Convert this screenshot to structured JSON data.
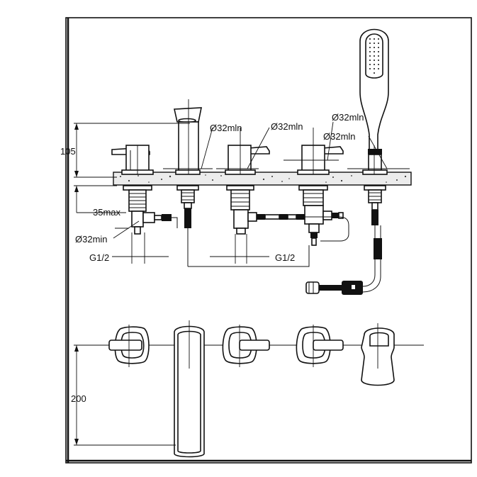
{
  "labels": {
    "dim_height_top": "105",
    "dim_height_bottom": "200",
    "dim_depth": "35max",
    "dia_spout": "Ø32mln",
    "dia_mid": "Ø32mln",
    "dia_right_1": "Ø32mln",
    "dia_right_2": "Ø32mln",
    "dia_left": "Ø32min",
    "thread_left": "G1/2",
    "thread_mid": "G1/2"
  }
}
